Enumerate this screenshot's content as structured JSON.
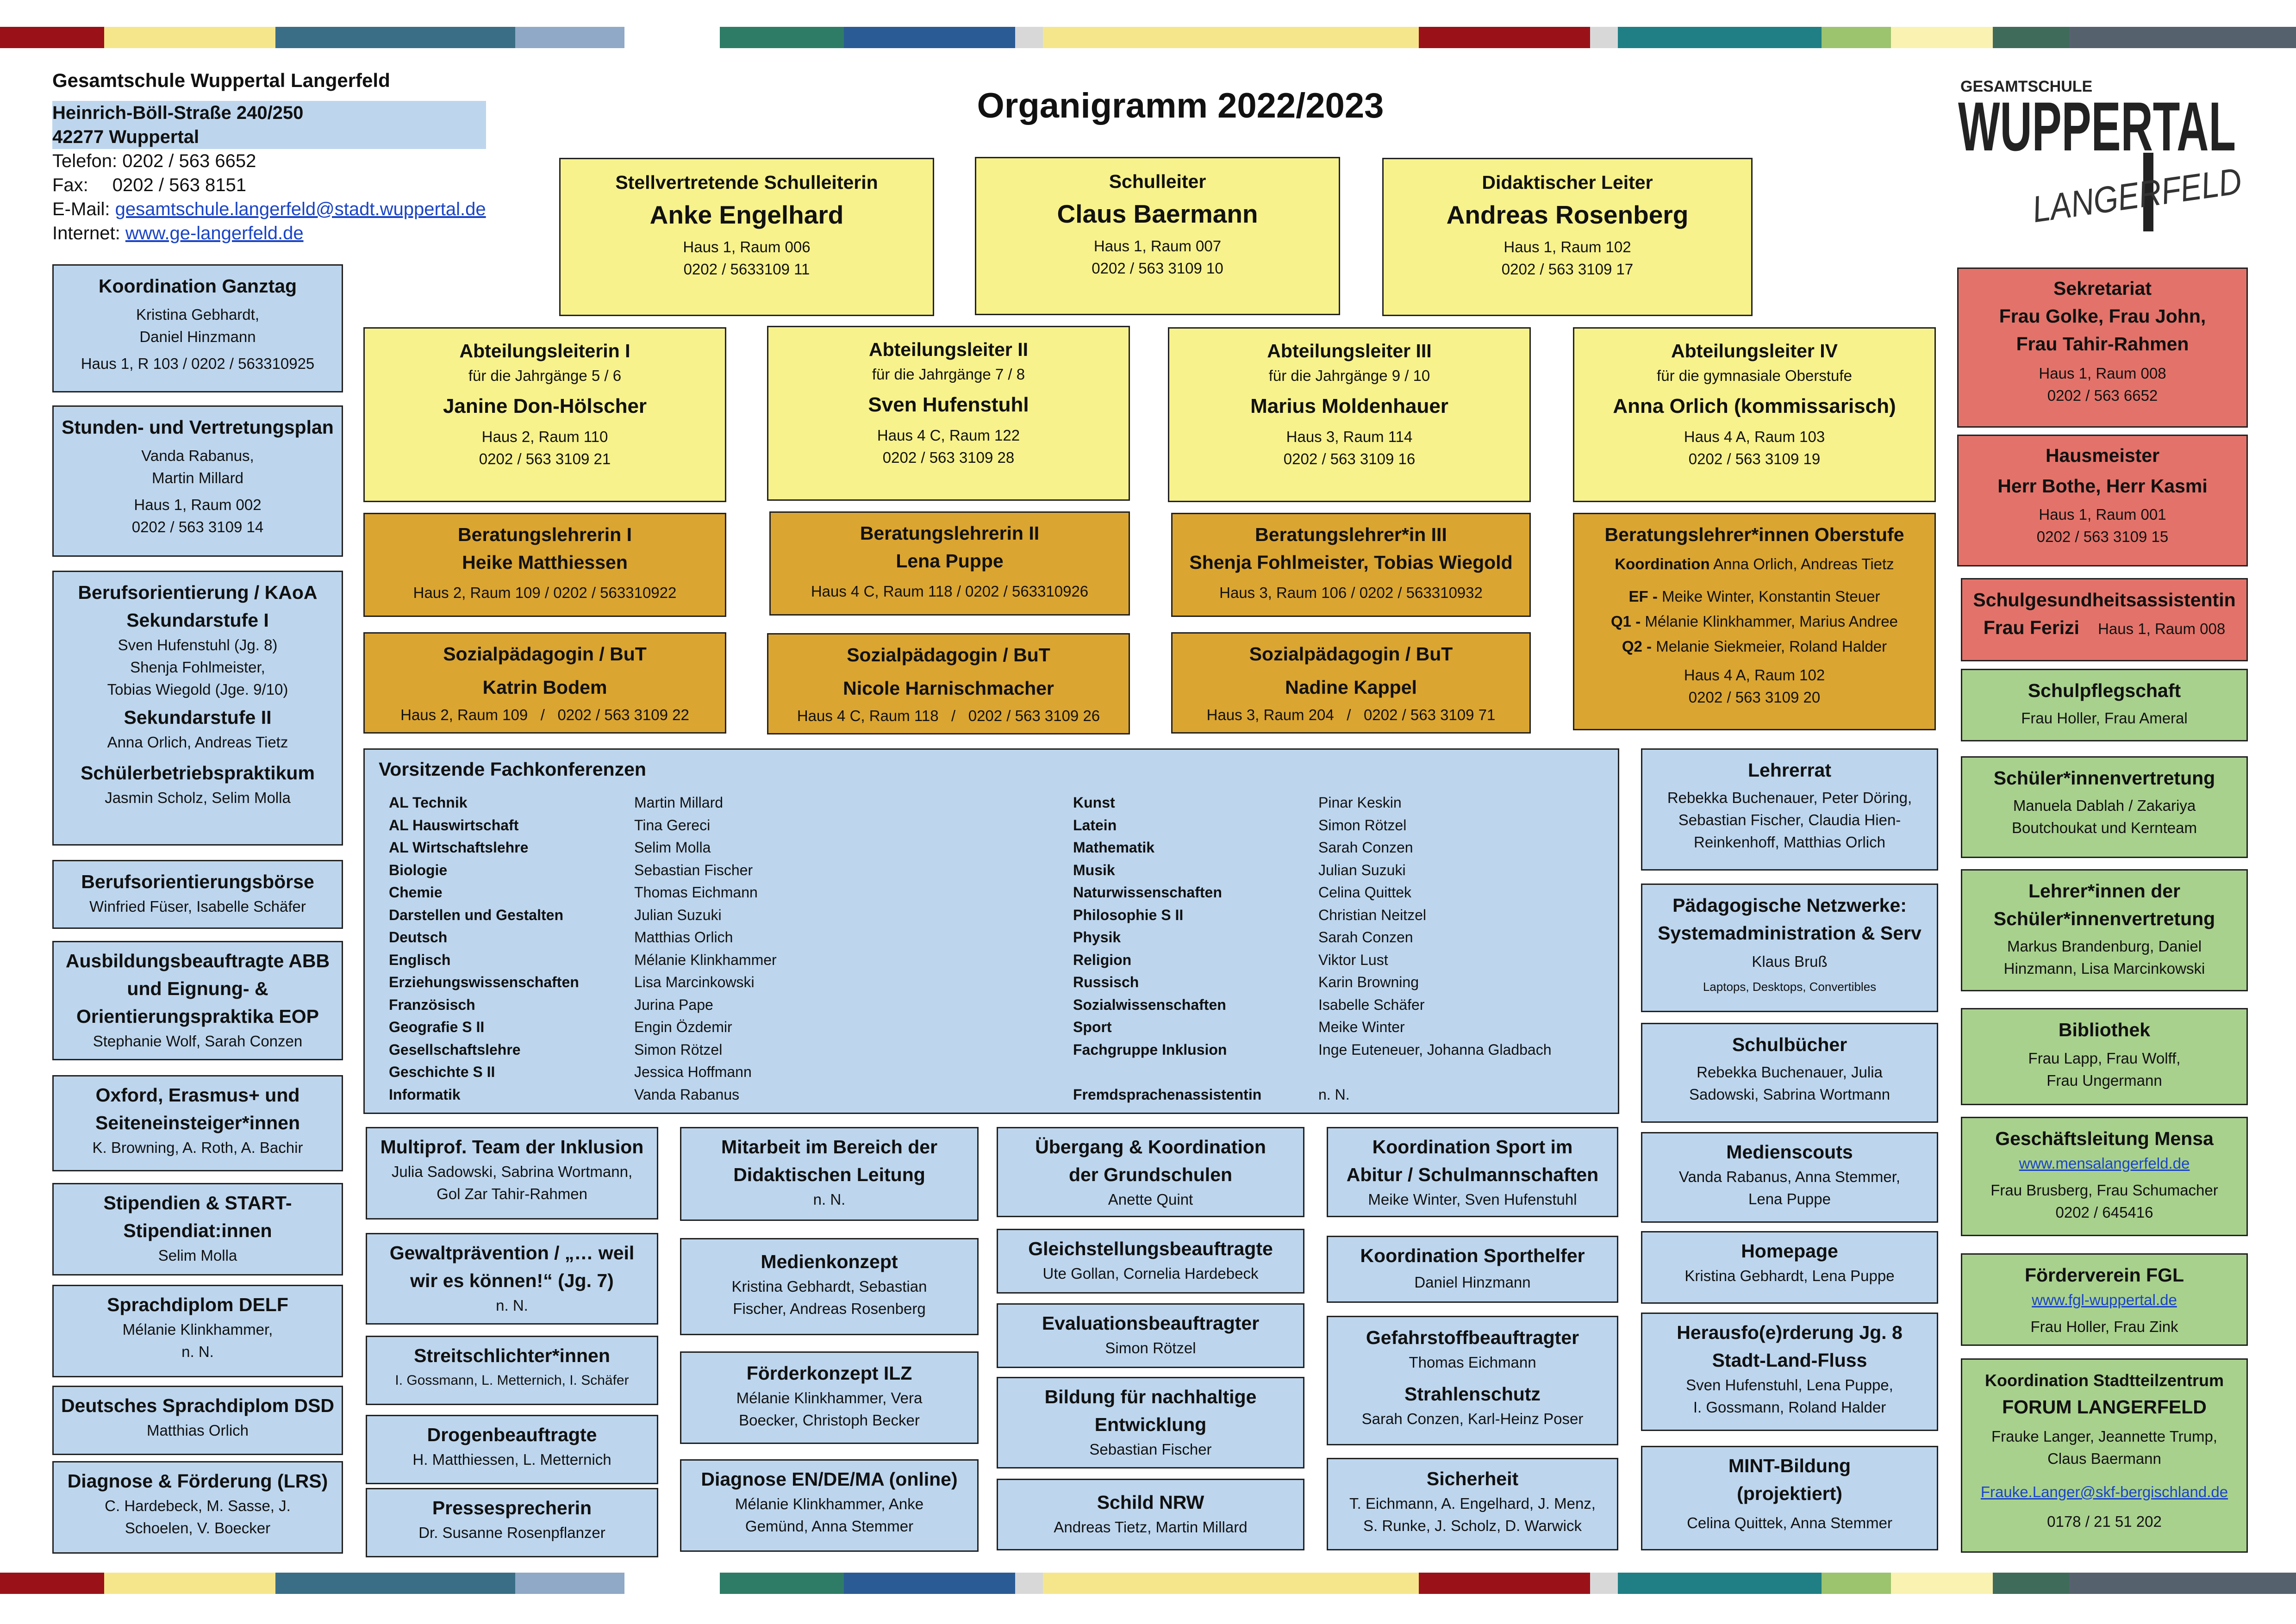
{
  "colors": {
    "yellow": "#f7f28b",
    "orange": "#dba531",
    "blue": "#bdd6ee",
    "red": "#e3736a",
    "green": "#a9d18e"
  },
  "title": "Organigramm 2022/2023",
  "school": {
    "name": "Gesamtschule Wuppertal Langerfeld",
    "street": "Heinrich-Böll-Straße 240/250",
    "city": "42277 Wuppertal",
    "phone": "Telefon: 0202 / 563 6652",
    "fax_label": "Fax:",
    "fax": "0202 / 563 8151",
    "email_label": "E-Mail:",
    "email": "gesamtschule.langerfeld@stadt.wuppertal.de",
    "internet_label": "Internet:",
    "internet": "www.ge-langerfeld.de"
  },
  "logo": {
    "top": "GESAMTSCHULE",
    "main": "WUPPERTAL",
    "sub": "LANGERFELD"
  },
  "leitung": [
    {
      "role": "Stellvertretende Schulleiterin",
      "name": "Anke Engelhard",
      "room": "Haus 1, Raum 006",
      "phone": "0202 / 5633109 11"
    },
    {
      "role": "Schulleiter",
      "name": "Claus Baermann",
      "room": "Haus 1, Raum 007",
      "phone": "0202 / 563 3109 10"
    },
    {
      "role": "Didaktischer Leiter",
      "name": "Andreas Rosenberg",
      "room": "Haus 1, Raum 102",
      "phone": "0202 / 563 3109 17"
    }
  ],
  "abteilung": [
    {
      "role": "Abteilungsleiterin I",
      "sub": "für die Jahrgänge 5 / 6",
      "name": "Janine Don-Hölscher",
      "room": "Haus 2, Raum 110",
      "phone": "0202 / 563 3109 21"
    },
    {
      "role": "Abteilungsleiter II",
      "sub": "für die Jahrgänge 7 / 8",
      "name": "Sven Hufenstuhl",
      "room": "Haus 4 C, Raum 122",
      "phone": "0202 / 563 3109 28"
    },
    {
      "role": "Abteilungsleiter III",
      "sub": "für die Jahrgänge 9 / 10",
      "name": "Marius Moldenhauer",
      "room": "Haus 3, Raum 114",
      "phone": "0202 / 563 3109 16"
    },
    {
      "role": "Abteilungsleiter IV",
      "sub": "für die gymnasiale Oberstufe",
      "name": "Anna Orlich (kommissarisch)",
      "room": "Haus 4 A, Raum 103",
      "phone": "0202 / 563 3109 19"
    }
  ],
  "beratung": [
    {
      "role": "Beratungslehrerin I",
      "name": "Heike Matthiessen",
      "info": "Haus 2, Raum 109 / 0202 / 563310922"
    },
    {
      "role": "Beratungslehrerin II",
      "name": "Lena Puppe",
      "info": "Haus 4 C, Raum 118 / 0202 / 563310926"
    },
    {
      "role": "Beratungslehrer*in III",
      "name": "Shenja Fohlmeister, Tobias Wiegold",
      "info": "Haus 3, Raum 106 / 0202 / 563310932"
    }
  ],
  "oberstufe": {
    "role": "Beratungslehrer*innen Oberstufe",
    "k_label": "Koordination",
    "k_names": "Anna Orlich, Andreas Tietz",
    "ef_label": "EF -",
    "ef": "Meike Winter, Konstantin Steuer",
    "q1_label": "Q1 -",
    "q1": "Mélanie Klinkhammer, Marius Andree",
    "q2_label": "Q2 -",
    "q2": "Melanie Siekmeier, Roland Halder",
    "room": "Haus 4 A, Raum 102",
    "phone": "0202 / 563 3109 20"
  },
  "sozial": [
    {
      "role": "Sozialpädagogin / BuT",
      "name": "Katrin Bodem",
      "info": "Haus 2, Raum 109   /   0202 / 563 3109 22"
    },
    {
      "role": "Sozialpädagogin / BuT",
      "name": "Nicole Harnischmacher",
      "info": "Haus 4 C, Raum 118   /   0202 / 563 3109 26"
    },
    {
      "role": "Sozialpädagogin / BuT",
      "name": "Nadine Kappel",
      "info": "Haus 3, Raum 204   /   0202 / 563 3109 71"
    }
  ],
  "left": {
    "ganztag": {
      "h": "Koordination Ganztag",
      "l1": "Kristina Gebhardt,",
      "l2": "Daniel Hinzmann",
      "l3": "Haus 1, R 103 / 0202 / 563310925"
    },
    "stunden": {
      "h": "Stunden- und Vertretungsplan",
      "l1": "Vanda Rabanus,",
      "l2": "Martin Millard",
      "l3": "Haus 1, Raum 002",
      "l4": "0202 / 563 3109 14"
    },
    "bo": {
      "h": "Berufsorientierung / KAoA",
      "s1": "Sekundarstufe I",
      "a1": "Sven Hufenstuhl (Jg. 8)",
      "a2": "Shenja Fohlmeister,",
      "a3": "Tobias Wiegold (Jge. 9/10)",
      "s2": "Sekundarstufe II",
      "b1": "Anna Orlich, Andreas Tietz",
      "s3": "Schülerbetriebspraktikum",
      "c1": "Jasmin Scholz, Selim Molla"
    },
    "boerse": {
      "h": "Berufsorientierungsbörse",
      "l1": "Winfried Füser, Isabelle Schäfer"
    },
    "abb": {
      "h1": "Ausbildungsbeauftragte ABB",
      "h2": "und Eignung- &",
      "h3": "Orientierungspraktika EOP",
      "l1": "Stephanie Wolf, Sarah Conzen"
    },
    "oxford": {
      "h1": "Oxford, Erasmus+ und",
      "h2": "Seiteneinsteiger*innen",
      "l1": "K. Browning, A. Roth, A. Bachir"
    },
    "stipendien": {
      "h1": "Stipendien & START-",
      "h2": "Stipendiat:innen",
      "l1": "Selim Molla"
    },
    "delf": {
      "h": "Sprachdiplom DELF",
      "l1": "Mélanie Klinkhammer,",
      "l2": "n. N."
    },
    "dsd": {
      "h": "Deutsches Sprachdiplom DSD",
      "l1": "Matthias Orlich"
    },
    "lrs": {
      "h": "Diagnose & Förderung (LRS)",
      "l1": "C. Hardebeck, M. Sasse, J.",
      "l2": "Schoelen, V. Boecker"
    }
  },
  "right": {
    "sekretariat": {
      "h": "Sekretariat",
      "n1": "Frau Golke, Frau John,",
      "n2": "Frau Tahir-Rahmen",
      "l1": "Haus 1, Raum 008",
      "l2": "0202 / 563 6652"
    },
    "hausmeister": {
      "h": "Hausmeister",
      "n1": "Herr Bothe, Herr Kasmi",
      "l1": "Haus 1, Raum 001",
      "l2": "0202 / 563 3109 15"
    },
    "gesundheit": {
      "h": "Schulgesundheitsassistentin",
      "n1": "Frau Ferizi",
      "l1": "Haus 1, Raum 008"
    },
    "pflegschaft": {
      "h": "Schulpflegschaft",
      "l1": "Frau Holler, Frau Ameral"
    },
    "sv": {
      "h": "Schüler*innenvertretung",
      "l1": "Manuela Dablah / Zakariya",
      "l2": "Boutchoukat und Kernteam"
    },
    "svlehrer": {
      "h1": "Lehrer*innen der",
      "h2": "Schüler*innenvertretung",
      "l1": "Markus Brandenburg, Daniel",
      "l2": "Hinzmann, Lisa Marcinkowski"
    },
    "bibliothek": {
      "h": "Bibliothek",
      "l1": "Frau Lapp, Frau Wolff,",
      "l2": "Frau Ungermann"
    },
    "mensa": {
      "h": "Geschäftsleitung Mensa",
      "link": "www.mensalangerfeld.de",
      "l1": "Frau Brusberg, Frau Schumacher",
      "l2": "0202 / 645416"
    },
    "foerder": {
      "h": "Förderverein FGL",
      "link": "www.fgl-wuppertal.de",
      "l1": "Frau Holler, Frau Zink"
    },
    "forum": {
      "h1": "Koordination Stadtteilzentrum",
      "h2": "FORUM LANGERFELD",
      "l1": "Frauke Langer, Jeannette Trump,",
      "l2": "Claus Baermann",
      "link": "Frauke.Langer@skf-bergischland.de",
      "l3": "0178 / 21 51 202"
    }
  },
  "mid": {
    "lehrerrat": {
      "h": "Lehrerrat",
      "l1": "Rebekka Buchenauer, Peter Döring,",
      "l2": "Sebastian Fischer, Claudia Hien-",
      "l3": "Reinkenhoff, Matthias Orlich"
    },
    "netzwerke": {
      "h1": "Pädagogische Netzwerke:",
      "h2": "Systemadministration & Serv",
      "l1": "Klaus Bruß",
      "l2": "Laptops, Desktops, Convertibles"
    },
    "schulbuecher": {
      "h": "Schulbücher",
      "l1": "Rebekka Buchenauer, Julia",
      "l2": "Sadowski, Sabrina Wortmann"
    },
    "medienscouts": {
      "h": "Medienscouts",
      "l1": "Vanda Rabanus, Anna Stemmer,",
      "l2": "Lena Puppe"
    },
    "homepage": {
      "h": "Homepage",
      "l1": "Kristina Gebhardt, Lena Puppe"
    },
    "herausf": {
      "h1": "Herausfo(e)rderung Jg. 8",
      "h2": "Stadt-Land-Fluss",
      "l1": "Sven Hufenstuhl, Lena Puppe,",
      "l2": "I. Gossmann, Roland Halder"
    },
    "mint": {
      "h1": "MINT-Bildung",
      "h2": "(projektiert)",
      "l1": "Celina Quittek, Anna Stemmer"
    }
  },
  "bottom": {
    "inklusion": {
      "h": "Multiprof. Team der Inklusion",
      "l1": "Julia Sadowski, Sabrina Wortmann,",
      "l2": "Gol Zar Tahir-Rahmen"
    },
    "gewalt": {
      "h1": "Gewaltprävention / „… weil",
      "h2": "wir es können!“ (Jg. 7)",
      "l1": "n. N."
    },
    "streit": {
      "h": "Streitschlichter*innen",
      "l1": "I. Gossmann, L. Metternich, I. Schäfer"
    },
    "drogen": {
      "h": "Drogenbeauftragte",
      "l1": "H. Matthiessen, L. Metternich"
    },
    "presse": {
      "h": "Pressesprecherin",
      "l1": "Dr. Susanne Rosenpflanzer"
    },
    "didaktik": {
      "h1": "Mitarbeit im Bereich der",
      "h2": "Didaktischen Leitung",
      "l1": "n. N."
    },
    "medienkonzept": {
      "h": "Medienkonzept",
      "l1": "Kristina Gebhardt, Sebastian",
      "l2": "Fischer, Andreas Rosenberg"
    },
    "ilz": {
      "h": "Förderkonzept ILZ",
      "l1": "Mélanie Klinkhammer, Vera",
      "l2": "Boecker, Christoph Becker"
    },
    "diagnose": {
      "h": "Diagnose EN/DE/MA (online)",
      "l1": "Mélanie Klinkhammer, Anke",
      "l2": "Gemünd, Anna Stemmer"
    },
    "uebergang": {
      "h1": "Übergang & Koordination",
      "h2": "der Grundschulen",
      "l1": "Anette Quint"
    },
    "gleich": {
      "h": "Gleichstellungsbeauftragte",
      "l1": "Ute Gollan, Cornelia Hardebeck"
    },
    "eval": {
      "h": "Evaluationsbeauftragter",
      "l1": "Simon Rötzel"
    },
    "bne": {
      "h1": "Bildung für nachhaltige",
      "h2": "Entwicklung",
      "l1": "Sebastian Fischer"
    },
    "schild": {
      "h": "Schild NRW",
      "l1": "Andreas Tietz, Martin Millard"
    },
    "sport": {
      "h1": "Koordination Sport im",
      "h2": "Abitur / Schulmannschaften",
      "l1": "Meike Winter, Sven Hufenstuhl"
    },
    "sporthelfer": {
      "h": "Koordination Sporthelfer",
      "l1": "Daniel Hinzmann"
    },
    "gefahr": {
      "h": "Gefahrstoffbeauftragter",
      "l1": "Thomas Eichmann",
      "h2": "Strahlenschutz",
      "l2": "Sarah Conzen, Karl-Heinz Poser"
    },
    "sicherheit": {
      "h": "Sicherheit",
      "l1": "T. Eichmann, A. Engelhard, J. Menz,",
      "l2": "S. Runke, J. Scholz, D. Warwick"
    }
  },
  "fachkonferenzen": {
    "title": "Vorsitzende Fachkonferenzen",
    "left": [
      [
        "AL Technik",
        "Martin Millard"
      ],
      [
        "AL Hauswirtschaft",
        "Tina Gereci"
      ],
      [
        "AL Wirtschaftslehre",
        "Selim Molla"
      ],
      [
        "Biologie",
        "Sebastian Fischer"
      ],
      [
        "Chemie",
        "Thomas Eichmann"
      ],
      [
        "Darstellen und Gestalten",
        "Julian Suzuki"
      ],
      [
        "Deutsch",
        "Matthias Orlich"
      ],
      [
        "Englisch",
        "Mélanie Klinkhammer"
      ],
      [
        "Erziehungswissenschaften",
        "Lisa Marcinkowski"
      ],
      [
        "Französisch",
        "Jurina Pape"
      ],
      [
        "Geografie S II",
        "Engin Özdemir"
      ],
      [
        "Gesellschaftslehre",
        "Simon Rötzel"
      ],
      [
        "Geschichte S II",
        "Jessica Hoffmann"
      ],
      [
        "Informatik",
        "Vanda Rabanus"
      ]
    ],
    "right": [
      [
        "Kunst",
        "Pinar Keskin"
      ],
      [
        "Latein",
        "Simon Rötzel"
      ],
      [
        "Mathematik",
        "Sarah Conzen"
      ],
      [
        "Musik",
        "Julian Suzuki"
      ],
      [
        "Naturwissenschaften",
        "Celina Quittek"
      ],
      [
        "Philosophie S II",
        "Christian Neitzel"
      ],
      [
        "Physik",
        "Sarah Conzen"
      ],
      [
        "Religion",
        "Viktor Lust"
      ],
      [
        "Russisch",
        "Karin Browning"
      ],
      [
        "Sozialwissenschaften",
        "Isabelle Schäfer"
      ],
      [
        "Sport",
        "Meike Winter"
      ],
      [
        "Fachgruppe Inklusion",
        "Inge Euteneuer, Johanna Gladbach"
      ],
      [
        "",
        ""
      ],
      [
        "Fremdsprachenassistentin",
        "n. N."
      ]
    ]
  }
}
